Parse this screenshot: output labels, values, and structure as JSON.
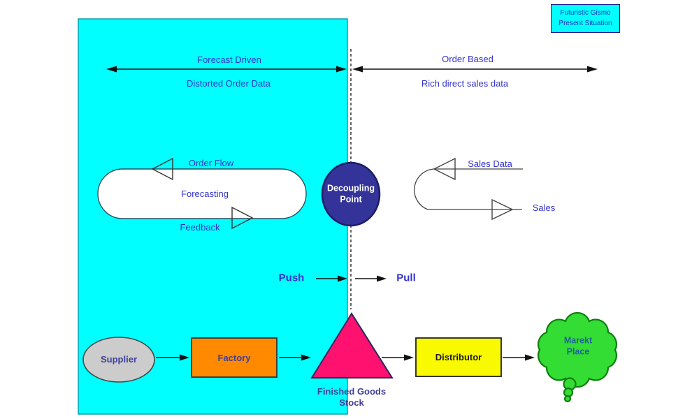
{
  "title_box": {
    "line1": "Futuristic Gismo",
    "line2": "Present Situation"
  },
  "axes": {
    "forecast_label": "Forecast Driven",
    "forecast_sublabel": "Distorted Order Data",
    "order_label": "Order Based",
    "order_sublabel": "Rich direct sales data"
  },
  "forecast_loop": {
    "order_flow": "Order Flow",
    "forecasting": "Forecasting",
    "feedback": "Feedback"
  },
  "decoupling": {
    "line1": "Decoupling",
    "line2": "Point"
  },
  "sales_loop": {
    "sales_data": "Sales Data",
    "sales": "Sales"
  },
  "modes": {
    "push": "Push",
    "pull": "Pull"
  },
  "chain": {
    "supplier": "Supplier",
    "factory": "Factory",
    "stock_line1": "Finished Goods",
    "stock_line2": "Stock",
    "distributor": "Distributor",
    "market_line1": "Marekt",
    "market_line2": "Place"
  },
  "colors": {
    "region_cyan": "#00FFFF",
    "decoupling_fill": "#333399",
    "factory_fill": "#FF8A00",
    "distributor_fill": "#F9F900",
    "stock_fill": "#FF1170",
    "market_fill": "#33DD33",
    "supplier_fill": "#CCCCCC",
    "label_blue": "#3333CC",
    "shape_text": "#3F3F99",
    "market_text": "#1F6399"
  }
}
